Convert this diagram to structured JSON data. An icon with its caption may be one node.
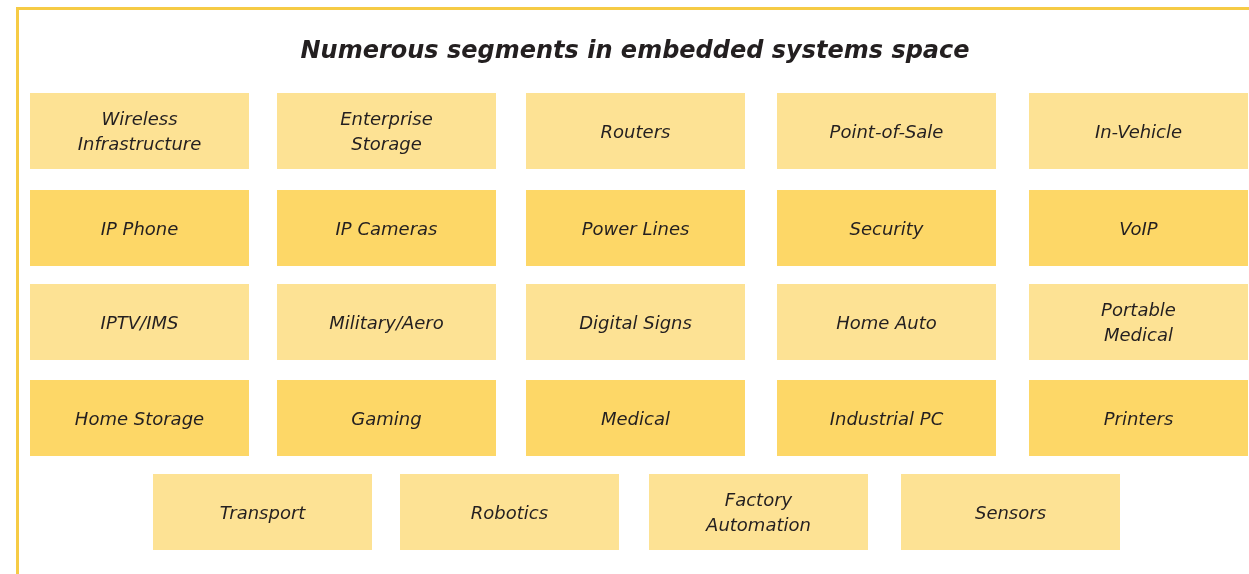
{
  "diagram": {
    "title": "Numerous segments in embedded systems space",
    "nodes": [
      {
        "text": [
          "Wireless Infrastructure"
        ]
      },
      {
        "text": [
          "Enterprise Storage"
        ]
      },
      {
        "text": [
          "Routers"
        ]
      },
      {
        "text": [
          "Point-of-Sale"
        ]
      },
      {
        "text": [
          "In-Vehicle"
        ]
      },
      {
        "text": [
          "IP Phone"
        ]
      },
      {
        "text": [
          "IP Cameras"
        ]
      },
      {
        "text": [
          "Power Lines"
        ]
      },
      {
        "text": [
          "Security"
        ]
      },
      {
        "text": [
          "VoIP"
        ]
      },
      {
        "text": [
          "IPTV/IMS"
        ]
      },
      {
        "text": [
          "Military/Aero"
        ]
      },
      {
        "text": [
          "Digital Signs"
        ]
      },
      {
        "text": [
          "Home Auto"
        ]
      },
      {
        "text": [
          "Portable Medical"
        ]
      },
      {
        "text": [
          "Home Storage"
        ]
      },
      {
        "text": [
          "Gaming"
        ]
      },
      {
        "text": [
          "Medical"
        ]
      },
      {
        "text": [
          "Industrial PC"
        ]
      },
      {
        "text": [
          "Printers"
        ]
      },
      {
        "text": [
          "Transport"
        ]
      },
      {
        "text": [
          "Robotics"
        ]
      },
      {
        "text": [
          "Factory Automation"
        ]
      },
      {
        "text": [
          "Sensors"
        ]
      }
    ]
  }
}
